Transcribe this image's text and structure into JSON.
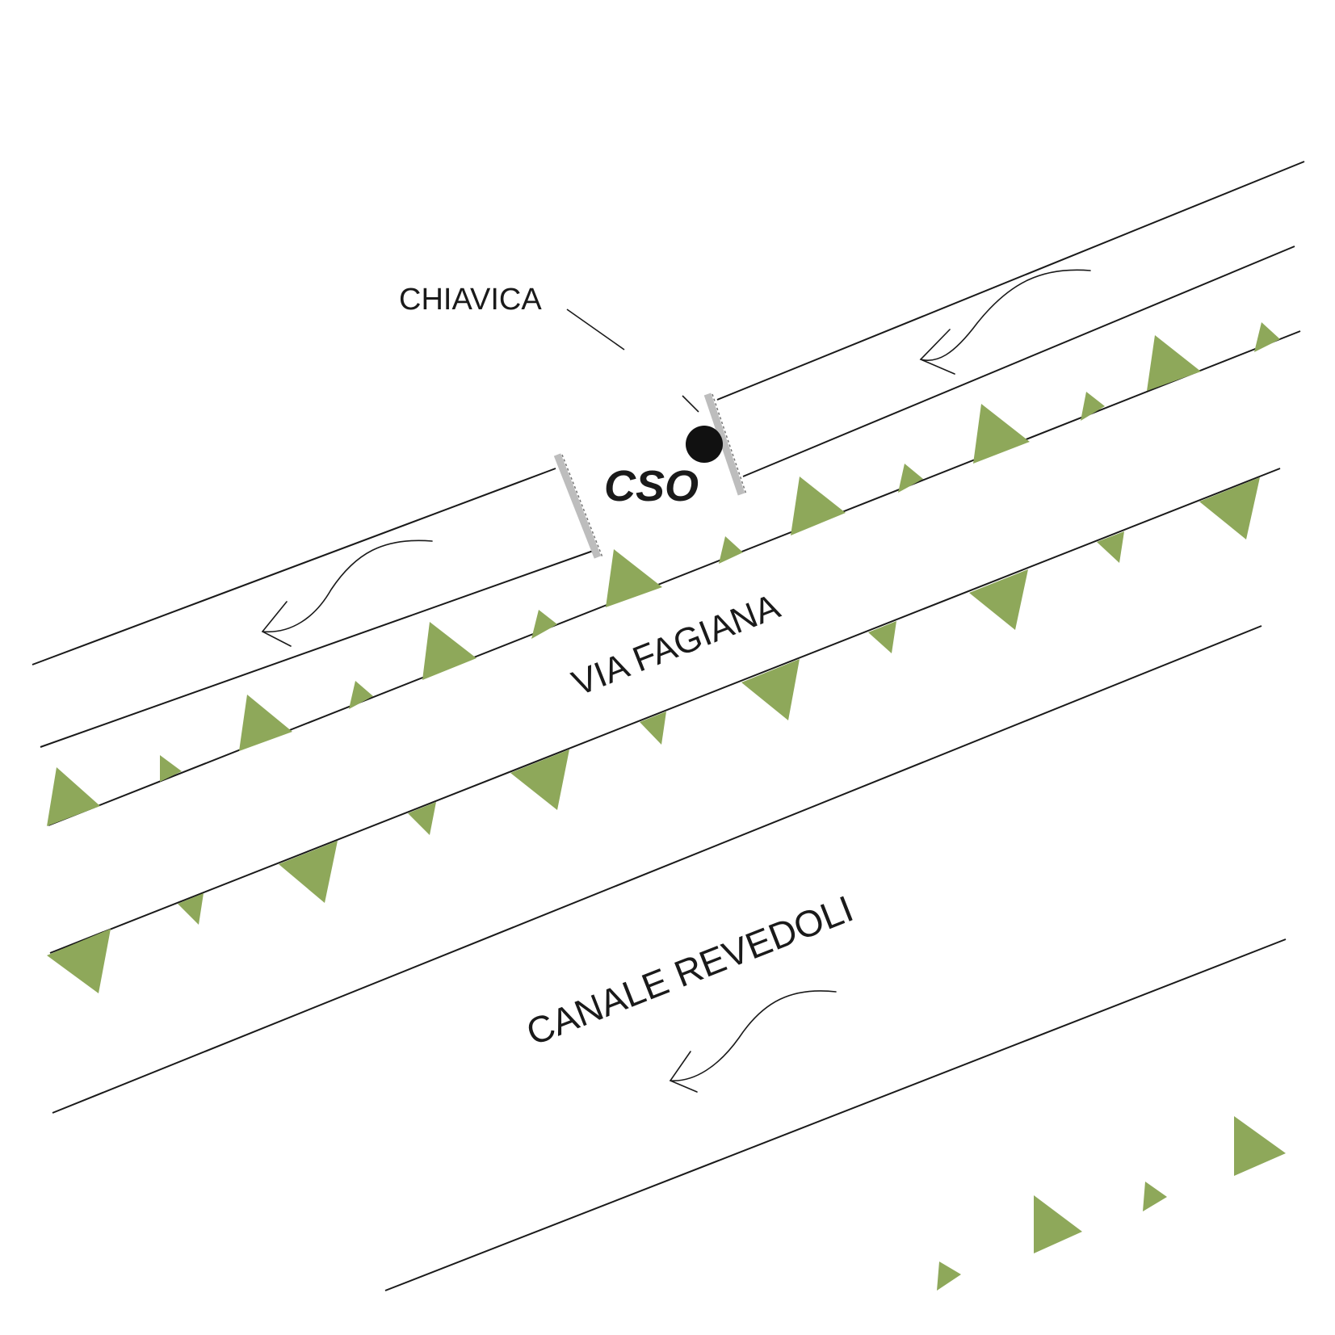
{
  "labels": {
    "chiavica": "CHIAVICA",
    "cso": "CSO",
    "road": "VIA FAGIANA",
    "canal": "CANALE REVEDOLI"
  },
  "colors": {
    "vegetation": "#8ea85a",
    "gate": "#bdbdbd",
    "ink": "#1a1a1a"
  },
  "icons": {
    "vegetation": "triangle",
    "cso": "filled-circle",
    "flow": "curved-arrow",
    "gate": "bar"
  }
}
